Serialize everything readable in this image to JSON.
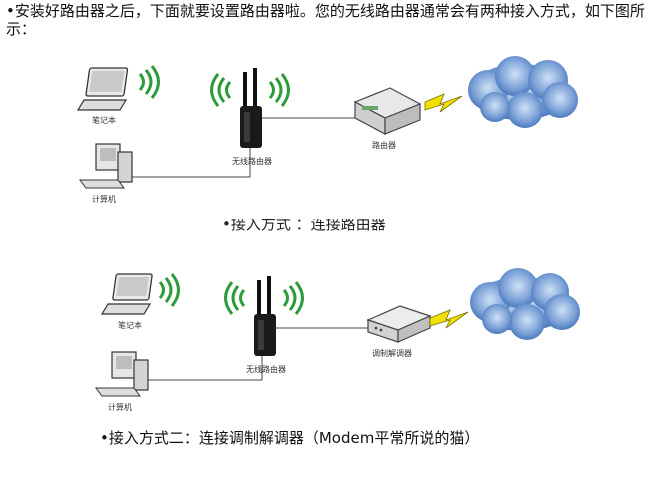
{
  "intro_text": "•安装好路由器之后，下面就要设置路由器啦。您的无线路由器通常会有两种接入方式，如下图所示：",
  "diagram1": {
    "laptop_label": "笔记本",
    "pc_label": "计算机",
    "router_label": "无线路由器",
    "wired_router_label": "路由器",
    "caption": "•接入方式 ：连接路由器"
  },
  "diagram2": {
    "laptop_label": "笔记本",
    "pc_label": "计算机",
    "router_label": "无线路由器",
    "modem_label": "调制解调器",
    "caption": "•接入方式二：连接调制解调器（Modem平常所说的猫）"
  },
  "colors": {
    "wifi_green": "#2e9b3a",
    "cloud_blue": "#5b86c9",
    "bolt_yellow": "#f2e000"
  }
}
